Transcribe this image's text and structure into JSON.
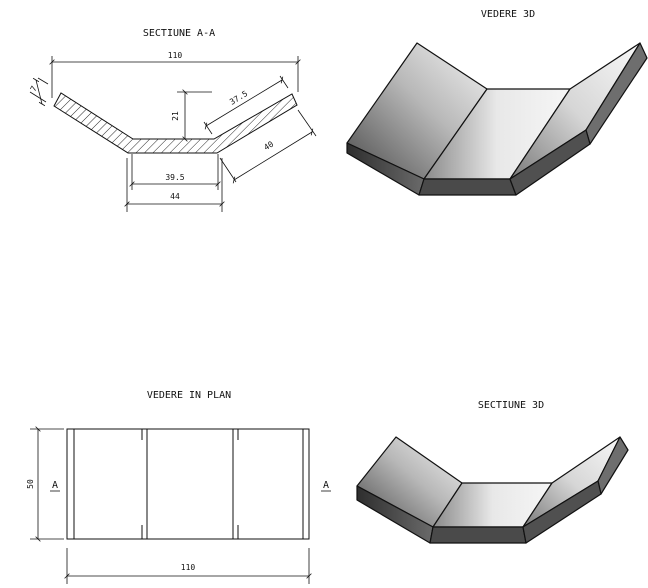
{
  "views": {
    "section_aa": {
      "title": "SECTIUNE A-A"
    },
    "view_3d": {
      "title": "VEDERE 3D"
    },
    "plan_view": {
      "title": "VEDERE IN PLAN"
    },
    "section_3d": {
      "title": "SECTIUNE 3D"
    }
  },
  "section_dimensions": {
    "overall_width": "110",
    "thickness": "7",
    "height": "21",
    "slope_inner": "37.5",
    "slope_outer": "40",
    "base_inner": "39.5",
    "base_outer": "44"
  },
  "plan_dimensions": {
    "width": "110",
    "depth": "50",
    "cut_marker_left": "A",
    "cut_marker_right": "A"
  },
  "colors": {
    "line": "#111111",
    "face_dark": "#3c3c3c",
    "face_light": "#f2f2f2",
    "face_mid": "#9a9a9a"
  }
}
